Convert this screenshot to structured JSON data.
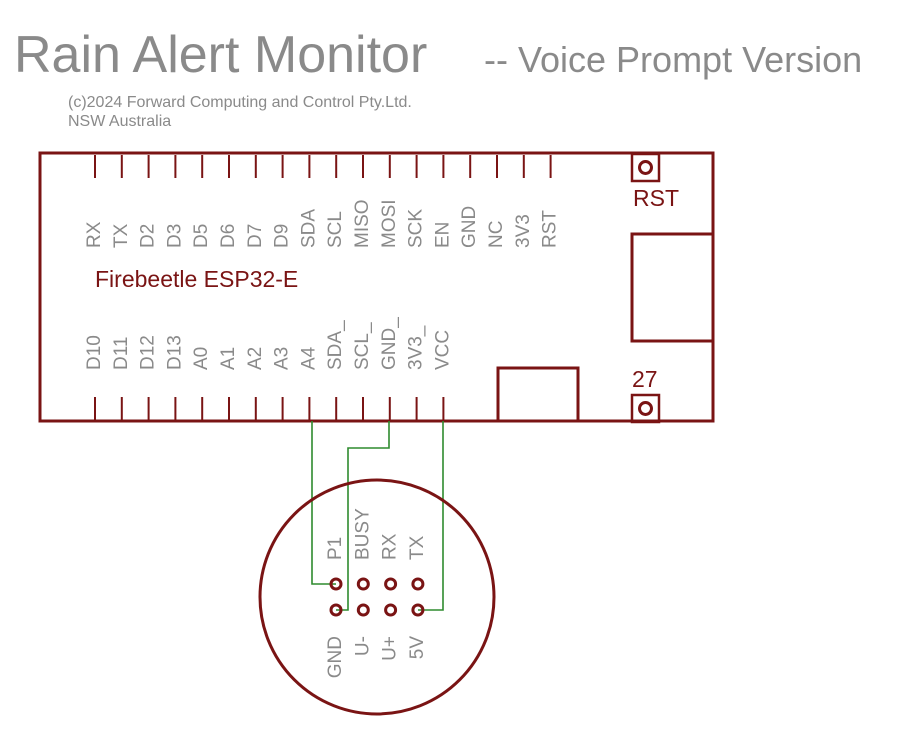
{
  "title": {
    "main": "Rain Alert Monitor",
    "sub": "-- Voice Prompt Version"
  },
  "copyright": {
    "line1": "(c)2024 Forward Computing and Control Pty.Ltd.",
    "line2": "NSW Australia"
  },
  "board": {
    "name": "Firebeetle ESP32-E",
    "top_pins": [
      "RX",
      "TX",
      "D2",
      "D3",
      "D5",
      "D6",
      "D7",
      "D9",
      "SDA",
      "SCL",
      "MISO",
      "MOSI",
      "SCK",
      "EN",
      "GND",
      "NC",
      "3V3",
      "RST"
    ],
    "bottom_pins": [
      "D10",
      "D11",
      "D12",
      "D13",
      "A0",
      "A1",
      "A2",
      "A3",
      "A4",
      "SDA_",
      "SCL_",
      "GND_",
      "3V3_",
      "VCC"
    ],
    "rst_label": "RST",
    "pad27_label": "27"
  },
  "module": {
    "top_pins": [
      "P1",
      "BUSY",
      "RX",
      "TX"
    ],
    "bottom_pins": [
      "GND",
      "U-",
      "U+",
      "5V"
    ]
  },
  "colors": {
    "outline": "#7a1414",
    "wire": "#2e8b2e",
    "text_gray": "#8a8a8a"
  }
}
